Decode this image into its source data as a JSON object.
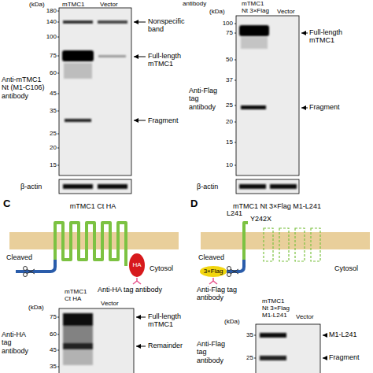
{
  "diagram": {
    "nodes": [
      {
        "text": [
          "HA"
        ]
      },
      {
        "text": [
          "3×Flag"
        ]
      }
    ],
    "labels": [
      "(kDa)",
      "mTMC1",
      "Vector",
      "180",
      "140",
      "100",
      "75",
      "60",
      "45",
      "35",
      "25",
      "20",
      "15",
      "Nonspecific band",
      "Full-length mTMC1",
      "Fragment",
      "Anti-mTMC1 Nt (M1-C106) antibody",
      "β-actin",
      "antibody",
      "mTMC1 Nt 3×Flag",
      "(kDa)",
      "Vector",
      "100",
      "75",
      "50",
      "37",
      "25",
      "20",
      "15",
      "10",
      "Full-length mTMC1",
      "Fragment",
      "Anti-Flag tag antibody",
      "β-actin",
      "C",
      "mTMC1 Ct HA",
      "Cleaved",
      "Cytosol",
      "Anti-HA tag antibody",
      "mTMC1 Ct HA",
      "Vector",
      "(kDa)",
      "75",
      "60",
      "45",
      "35",
      "Anti-HA tag antibody",
      "Full-length mTMC1",
      "Remainder",
      "D",
      "mTMC1 Nt 3×Flag M1-L241",
      "L241",
      "Y242X",
      "Cleaved",
      "Cytosol",
      "Anti-Flag tag antibody",
      "mTMC1 Nt 3×Flag M1-L241",
      "Vector",
      "(kDa)",
      "35",
      "25",
      "Anti-Flag tag antibody",
      "M1-L241",
      "Fragment"
    ]
  }
}
